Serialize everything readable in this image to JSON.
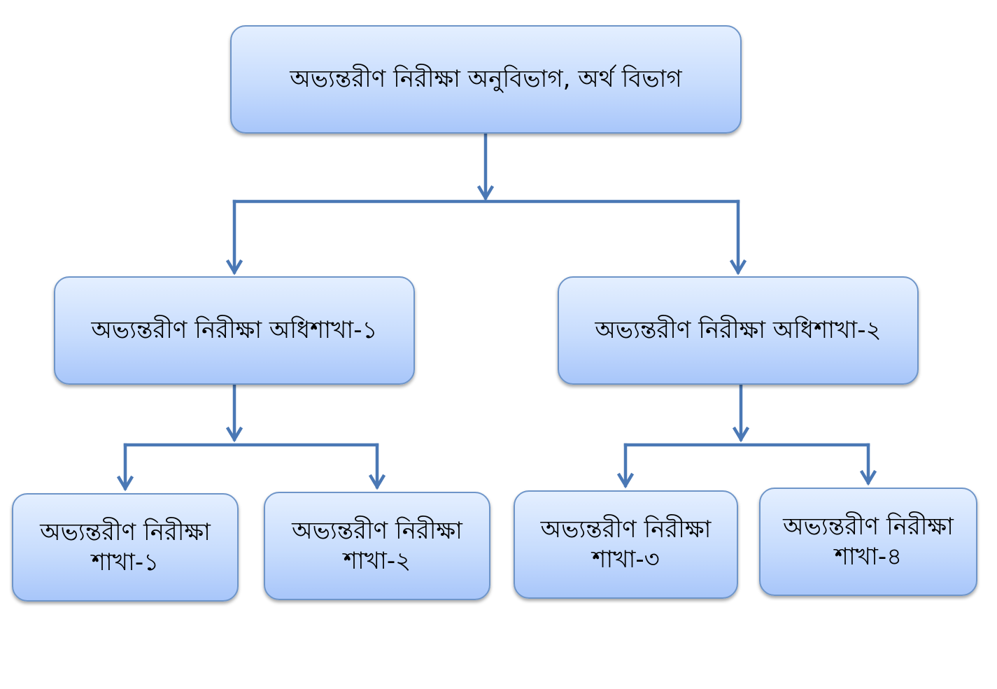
{
  "colors": {
    "connector": "#4a78b5",
    "box_border": "#6e95c9",
    "box_fill_top": "#e4efff",
    "box_fill_bottom": "#a8c6fa",
    "text": "#000000"
  },
  "root": {
    "label": "অভ্যন্তরীণ নিরীক্ষা অনুবিভাগ, অর্থ বিভাগ"
  },
  "level2": [
    {
      "label": "অভ্যন্তরীণ নিরীক্ষা অধিশাখা-১"
    },
    {
      "label": "অভ্যন্তরীণ নিরীক্ষা অধিশাখা-২"
    }
  ],
  "level3": [
    {
      "line1": "অভ্যন্তরীণ নিরীক্ষা",
      "line2": "শাখা-১"
    },
    {
      "line1": "অভ্যন্তরীণ নিরীক্ষা",
      "line2": "শাখা-২"
    },
    {
      "line1": "অভ্যন্তরীণ নিরীক্ষা",
      "line2": "শাখা-৩"
    },
    {
      "line1": "অভ্যন্তরীণ নিরীক্ষা",
      "line2": "শাখা-৪"
    }
  ]
}
